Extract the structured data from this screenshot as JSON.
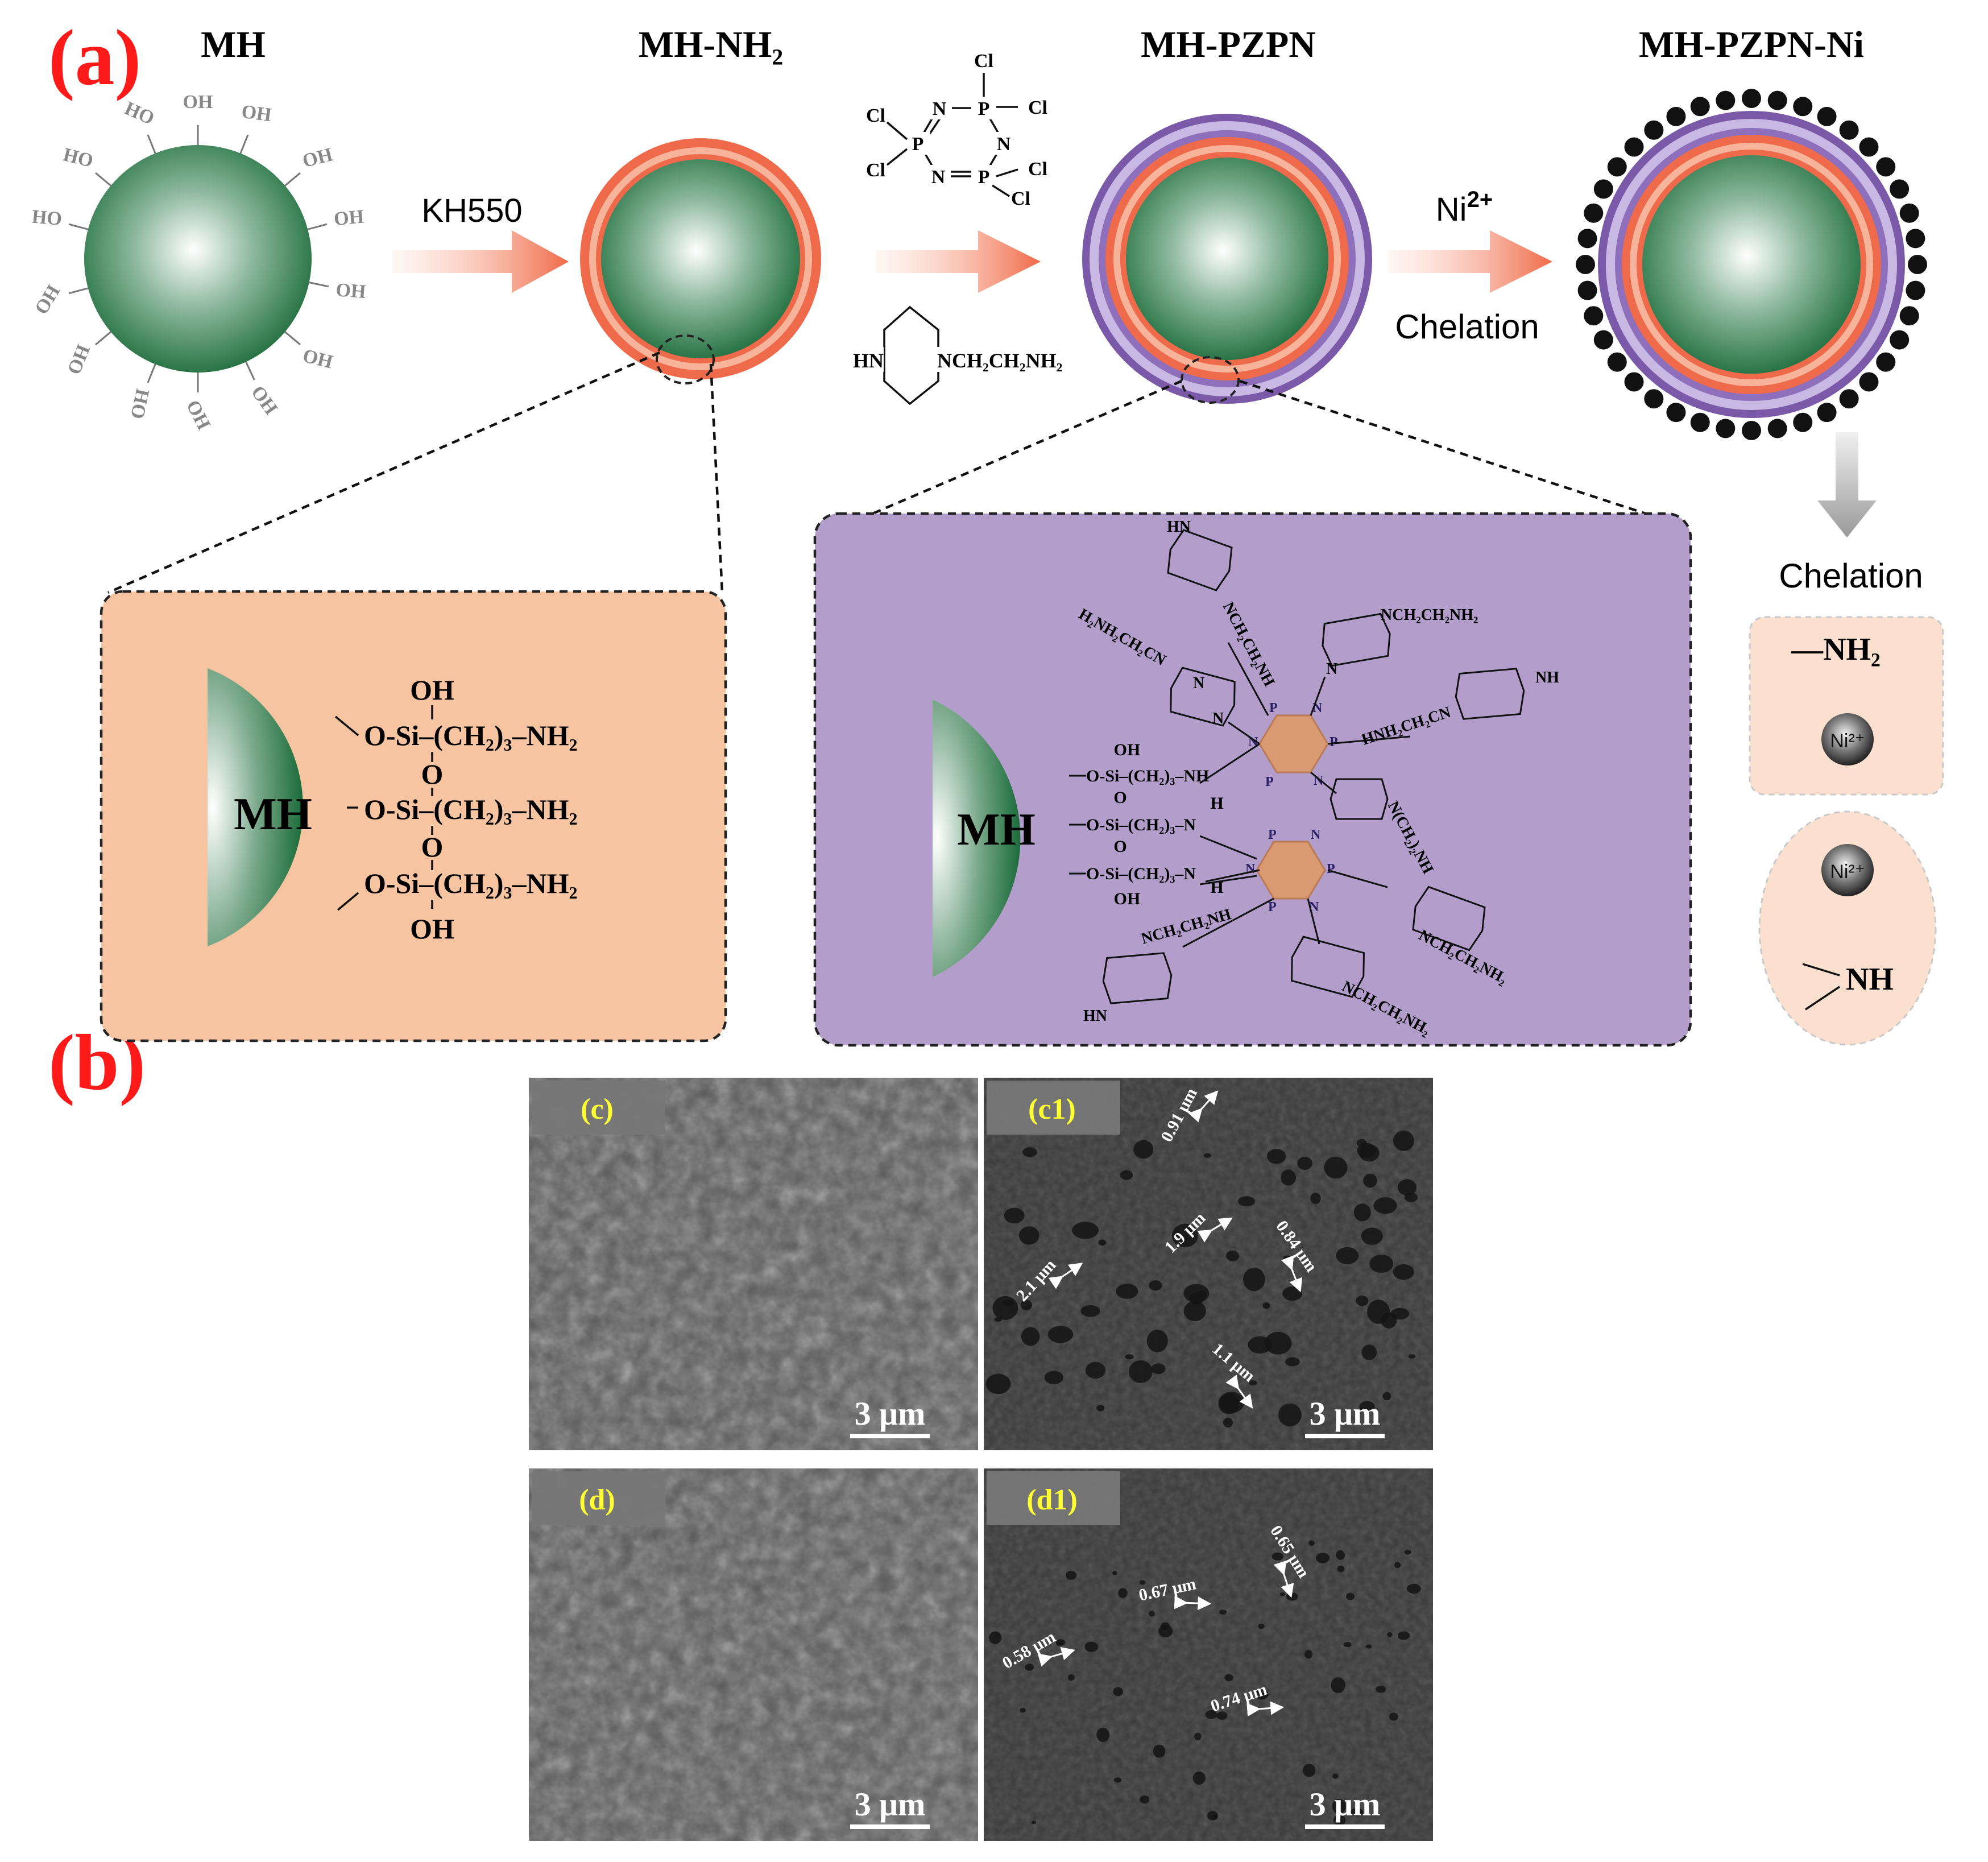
{
  "panel_labels": {
    "a": "(a)",
    "b": "(b)"
  },
  "stages": {
    "mh": "MH",
    "mh_nh2": "MH-NH₂",
    "mh_pzpn": "MH-PZPN",
    "mh_pzpn_ni": "MH-PZPN-Ni"
  },
  "arrows": {
    "kh550": "KH550",
    "ni": "Ni",
    "ni_sup": "2+",
    "chelation_1": "Chelation",
    "chelation_2": "Chelation"
  },
  "hydroxyl": "OH",
  "hydroxyl_rev": "HO",
  "reagents": {
    "hccp_cl": "Cl",
    "hccp_n": "N",
    "hccp_p": "P",
    "piperazine_hn": "HN",
    "piperazine_n": "N",
    "piperazine_chain": "NCH₂CH₂NH₂"
  },
  "box1": {
    "core": "MH",
    "oh_top": "OH",
    "oh_bottom": "OH",
    "o_bridge": "O",
    "row_prefix": "O-Si",
    "row_chain": "–(CH₂)₃–NH₂"
  },
  "box2": {
    "core": "MH",
    "si_row_1": "O-Si–(CH₂)₃–NH",
    "si_row_2": "O-Si–(CH₂)₃–N",
    "si_row_3": "O-Si–(CH₂)₃–N",
    "oh": "OH",
    "o": "O",
    "h": "H",
    "p": "P",
    "n": "N",
    "hn": "HN",
    "nh": "NH",
    "nch2ch2nh2": "NCH₂CH₂NH₂",
    "h2nh2ch2cn": "H₂NH₂CH₂CN",
    "nch2ch2nh": "NCH₂CH₂NH",
    "hnh2ch2cn": "HNH₂CH₂CN",
    "nch22nh": "N(CH₂)₂NH"
  },
  "chelation_boxes": {
    "nh2": "—NH₂",
    "ni": "Ni²⁺",
    "nh": "NH"
  },
  "sem": {
    "panels": [
      {
        "label": "(c)",
        "scale": "3 μm"
      },
      {
        "label": "(c1)",
        "scale": "3 μm",
        "annotations": [
          "0.91 μm",
          "1.9 μm",
          "0.84 μm",
          "2.1 μm",
          "1.1 μm"
        ]
      },
      {
        "label": "(d)",
        "scale": "3 μm"
      },
      {
        "label": "(d1)",
        "scale": "3 μm",
        "annotations": [
          "0.65 μm",
          "0.67 μm",
          "0.58 μm",
          "0.74 μm"
        ]
      }
    ]
  },
  "colors": {
    "panel_label": "#ff1a1a",
    "sphere_green": "#1b6b3a",
    "orange_shell": "#ee6a4a",
    "purple_shell": "#7a5aa8",
    "arrow": "#f06a48",
    "box_orange": "#f7c4a2",
    "box_purple": "#b39ecb",
    "ring": "#d99a72",
    "sem_label": "#ffff33",
    "dot": "#111111"
  }
}
